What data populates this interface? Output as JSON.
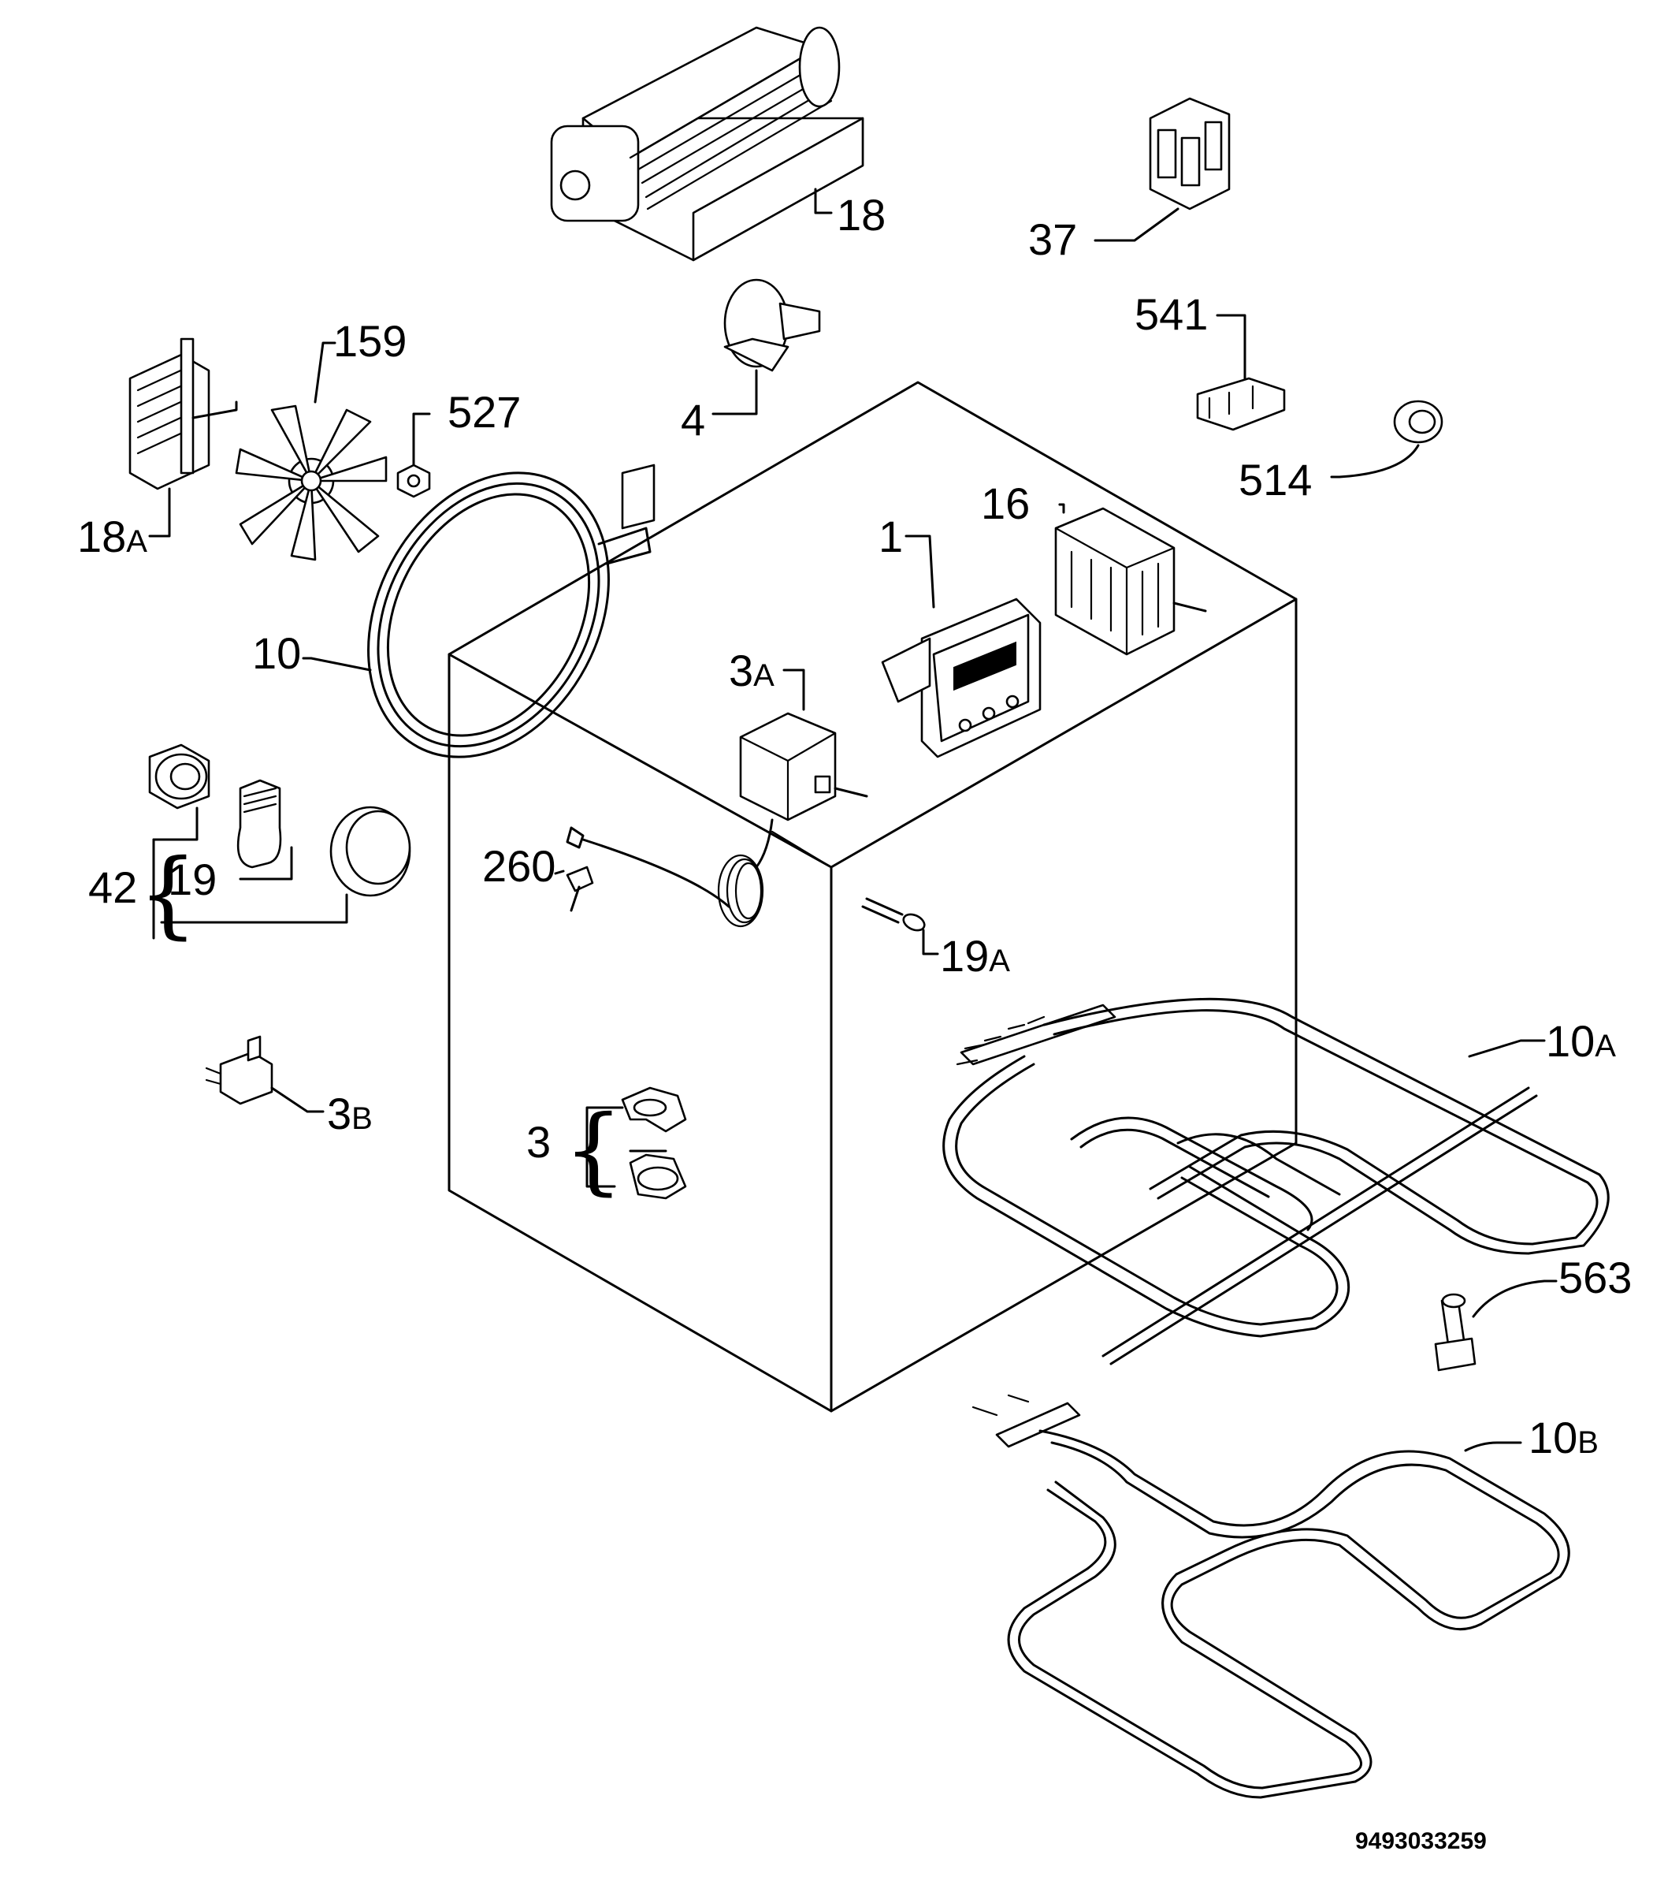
{
  "parts": [
    {
      "id": "18",
      "num": "18",
      "suffix": ""
    },
    {
      "id": "37",
      "num": "37",
      "suffix": ""
    },
    {
      "id": "541",
      "num": "541",
      "suffix": ""
    },
    {
      "id": "159",
      "num": "159",
      "suffix": ""
    },
    {
      "id": "527",
      "num": "527",
      "suffix": ""
    },
    {
      "id": "4",
      "num": "4",
      "suffix": ""
    },
    {
      "id": "18A",
      "num": "18",
      "suffix": "A"
    },
    {
      "id": "514",
      "num": "514",
      "suffix": ""
    },
    {
      "id": "16",
      "num": "16",
      "suffix": ""
    },
    {
      "id": "1",
      "num": "1",
      "suffix": ""
    },
    {
      "id": "10",
      "num": "10",
      "suffix": ""
    },
    {
      "id": "3A",
      "num": "3",
      "suffix": "A"
    },
    {
      "id": "42",
      "num": "42",
      "suffix": ""
    },
    {
      "id": "19",
      "num": "19",
      "suffix": ""
    },
    {
      "id": "260",
      "num": "260",
      "suffix": ""
    },
    {
      "id": "19A",
      "num": "19",
      "suffix": "A"
    },
    {
      "id": "10A",
      "num": "10",
      "suffix": "A"
    },
    {
      "id": "3B",
      "num": "3",
      "suffix": "B"
    },
    {
      "id": "3",
      "num": "3",
      "suffix": ""
    },
    {
      "id": "563",
      "num": "563",
      "suffix": ""
    },
    {
      "id": "10B",
      "num": "10",
      "suffix": "B"
    }
  ],
  "drawing_number": "9493033259"
}
